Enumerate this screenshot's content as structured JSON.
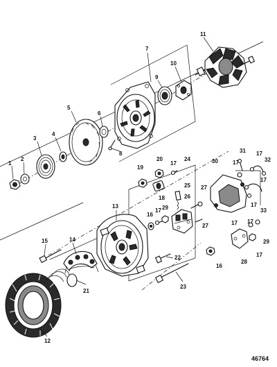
{
  "diagram": {
    "reference_number": "46764",
    "callouts": [
      {
        "id": "c1",
        "label": "1"
      },
      {
        "id": "c2",
        "label": "2"
      },
      {
        "id": "c3",
        "label": "3"
      },
      {
        "id": "c4",
        "label": "4"
      },
      {
        "id": "c5",
        "label": "5"
      },
      {
        "id": "c6",
        "label": "6"
      },
      {
        "id": "c7",
        "label": "7"
      },
      {
        "id": "c8",
        "label": "8"
      },
      {
        "id": "c9",
        "label": "9"
      },
      {
        "id": "c10",
        "label": "10"
      },
      {
        "id": "c11",
        "label": "11"
      },
      {
        "id": "c12",
        "label": "12"
      },
      {
        "id": "c13",
        "label": "13"
      },
      {
        "id": "c14",
        "label": "14"
      },
      {
        "id": "c15",
        "label": "15"
      },
      {
        "id": "c16a",
        "label": "16"
      },
      {
        "id": "c16b",
        "label": "16"
      },
      {
        "id": "c17a",
        "label": "17"
      },
      {
        "id": "c17b",
        "label": "17"
      },
      {
        "id": "c17c",
        "label": "17"
      },
      {
        "id": "c17d",
        "label": "17"
      },
      {
        "id": "c17e",
        "label": "17"
      },
      {
        "id": "c17f",
        "label": "17"
      },
      {
        "id": "c17g",
        "label": "17"
      },
      {
        "id": "c17h",
        "label": "17"
      },
      {
        "id": "c17i",
        "label": "17"
      },
      {
        "id": "c18",
        "label": "18"
      },
      {
        "id": "c19",
        "label": "19"
      },
      {
        "id": "c20",
        "label": "20"
      },
      {
        "id": "c21",
        "label": "21"
      },
      {
        "id": "c22",
        "label": "22"
      },
      {
        "id": "c23",
        "label": "23"
      },
      {
        "id": "c24",
        "label": "24"
      },
      {
        "id": "c25",
        "label": "25"
      },
      {
        "id": "c26",
        "label": "26"
      },
      {
        "id": "c27a",
        "label": "27"
      },
      {
        "id": "c27b",
        "label": "27"
      },
      {
        "id": "c28",
        "label": "28"
      },
      {
        "id": "c29a",
        "label": "29"
      },
      {
        "id": "c29b",
        "label": "29"
      },
      {
        "id": "c30",
        "label": "30"
      },
      {
        "id": "c31",
        "label": "31"
      },
      {
        "id": "c32",
        "label": "32"
      },
      {
        "id": "c33",
        "label": "33"
      }
    ]
  }
}
